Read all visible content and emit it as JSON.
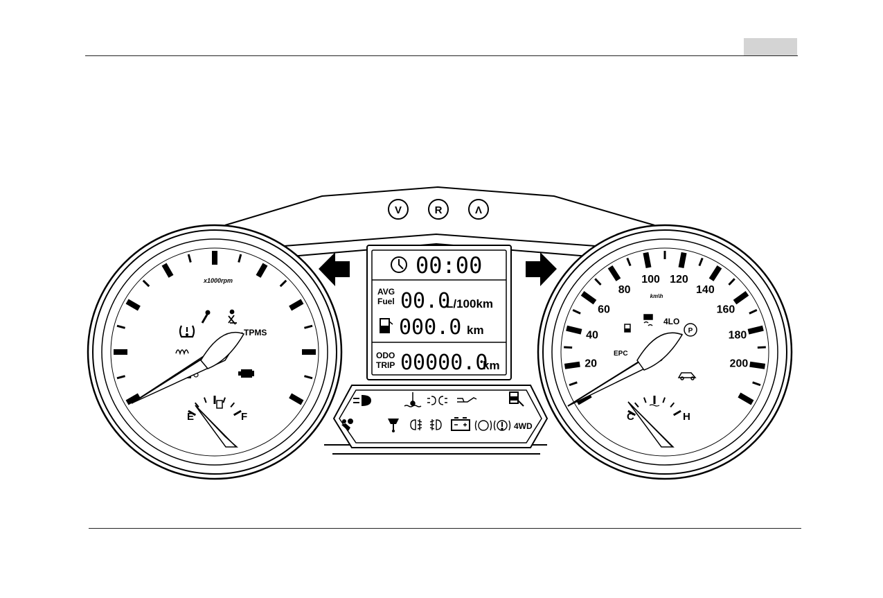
{
  "tachometer": {
    "unit_label": "x1000rpm",
    "tpms_label": "TPMS",
    "fuel_gauge": {
      "empty_label": "E",
      "full_label": "F"
    }
  },
  "speedometer": {
    "scale": [
      "20",
      "40",
      "60",
      "80",
      "100",
      "120",
      "140",
      "160",
      "180",
      "200"
    ],
    "unit_label": "km\\h",
    "epc_label": "EPC",
    "four_lo_label": "4LO",
    "temp_gauge": {
      "cold_label": "C",
      "hot_label": "H"
    }
  },
  "buttons": {
    "down": "V",
    "reset": "R",
    "up": "Λ"
  },
  "display": {
    "clock": "00:00",
    "avg_fuel_label_1": "AVG",
    "avg_fuel_label_2": "Fuel",
    "avg_fuel_value": "00.0",
    "avg_fuel_unit": "L/100km",
    "range_value": "000.0",
    "range_unit": "km",
    "odo_label": "ODO",
    "trip_label": "TRIP",
    "odo_value": "00000.0",
    "odo_unit": "km"
  },
  "warning_panel": {
    "four_wd_label": "4WD"
  }
}
